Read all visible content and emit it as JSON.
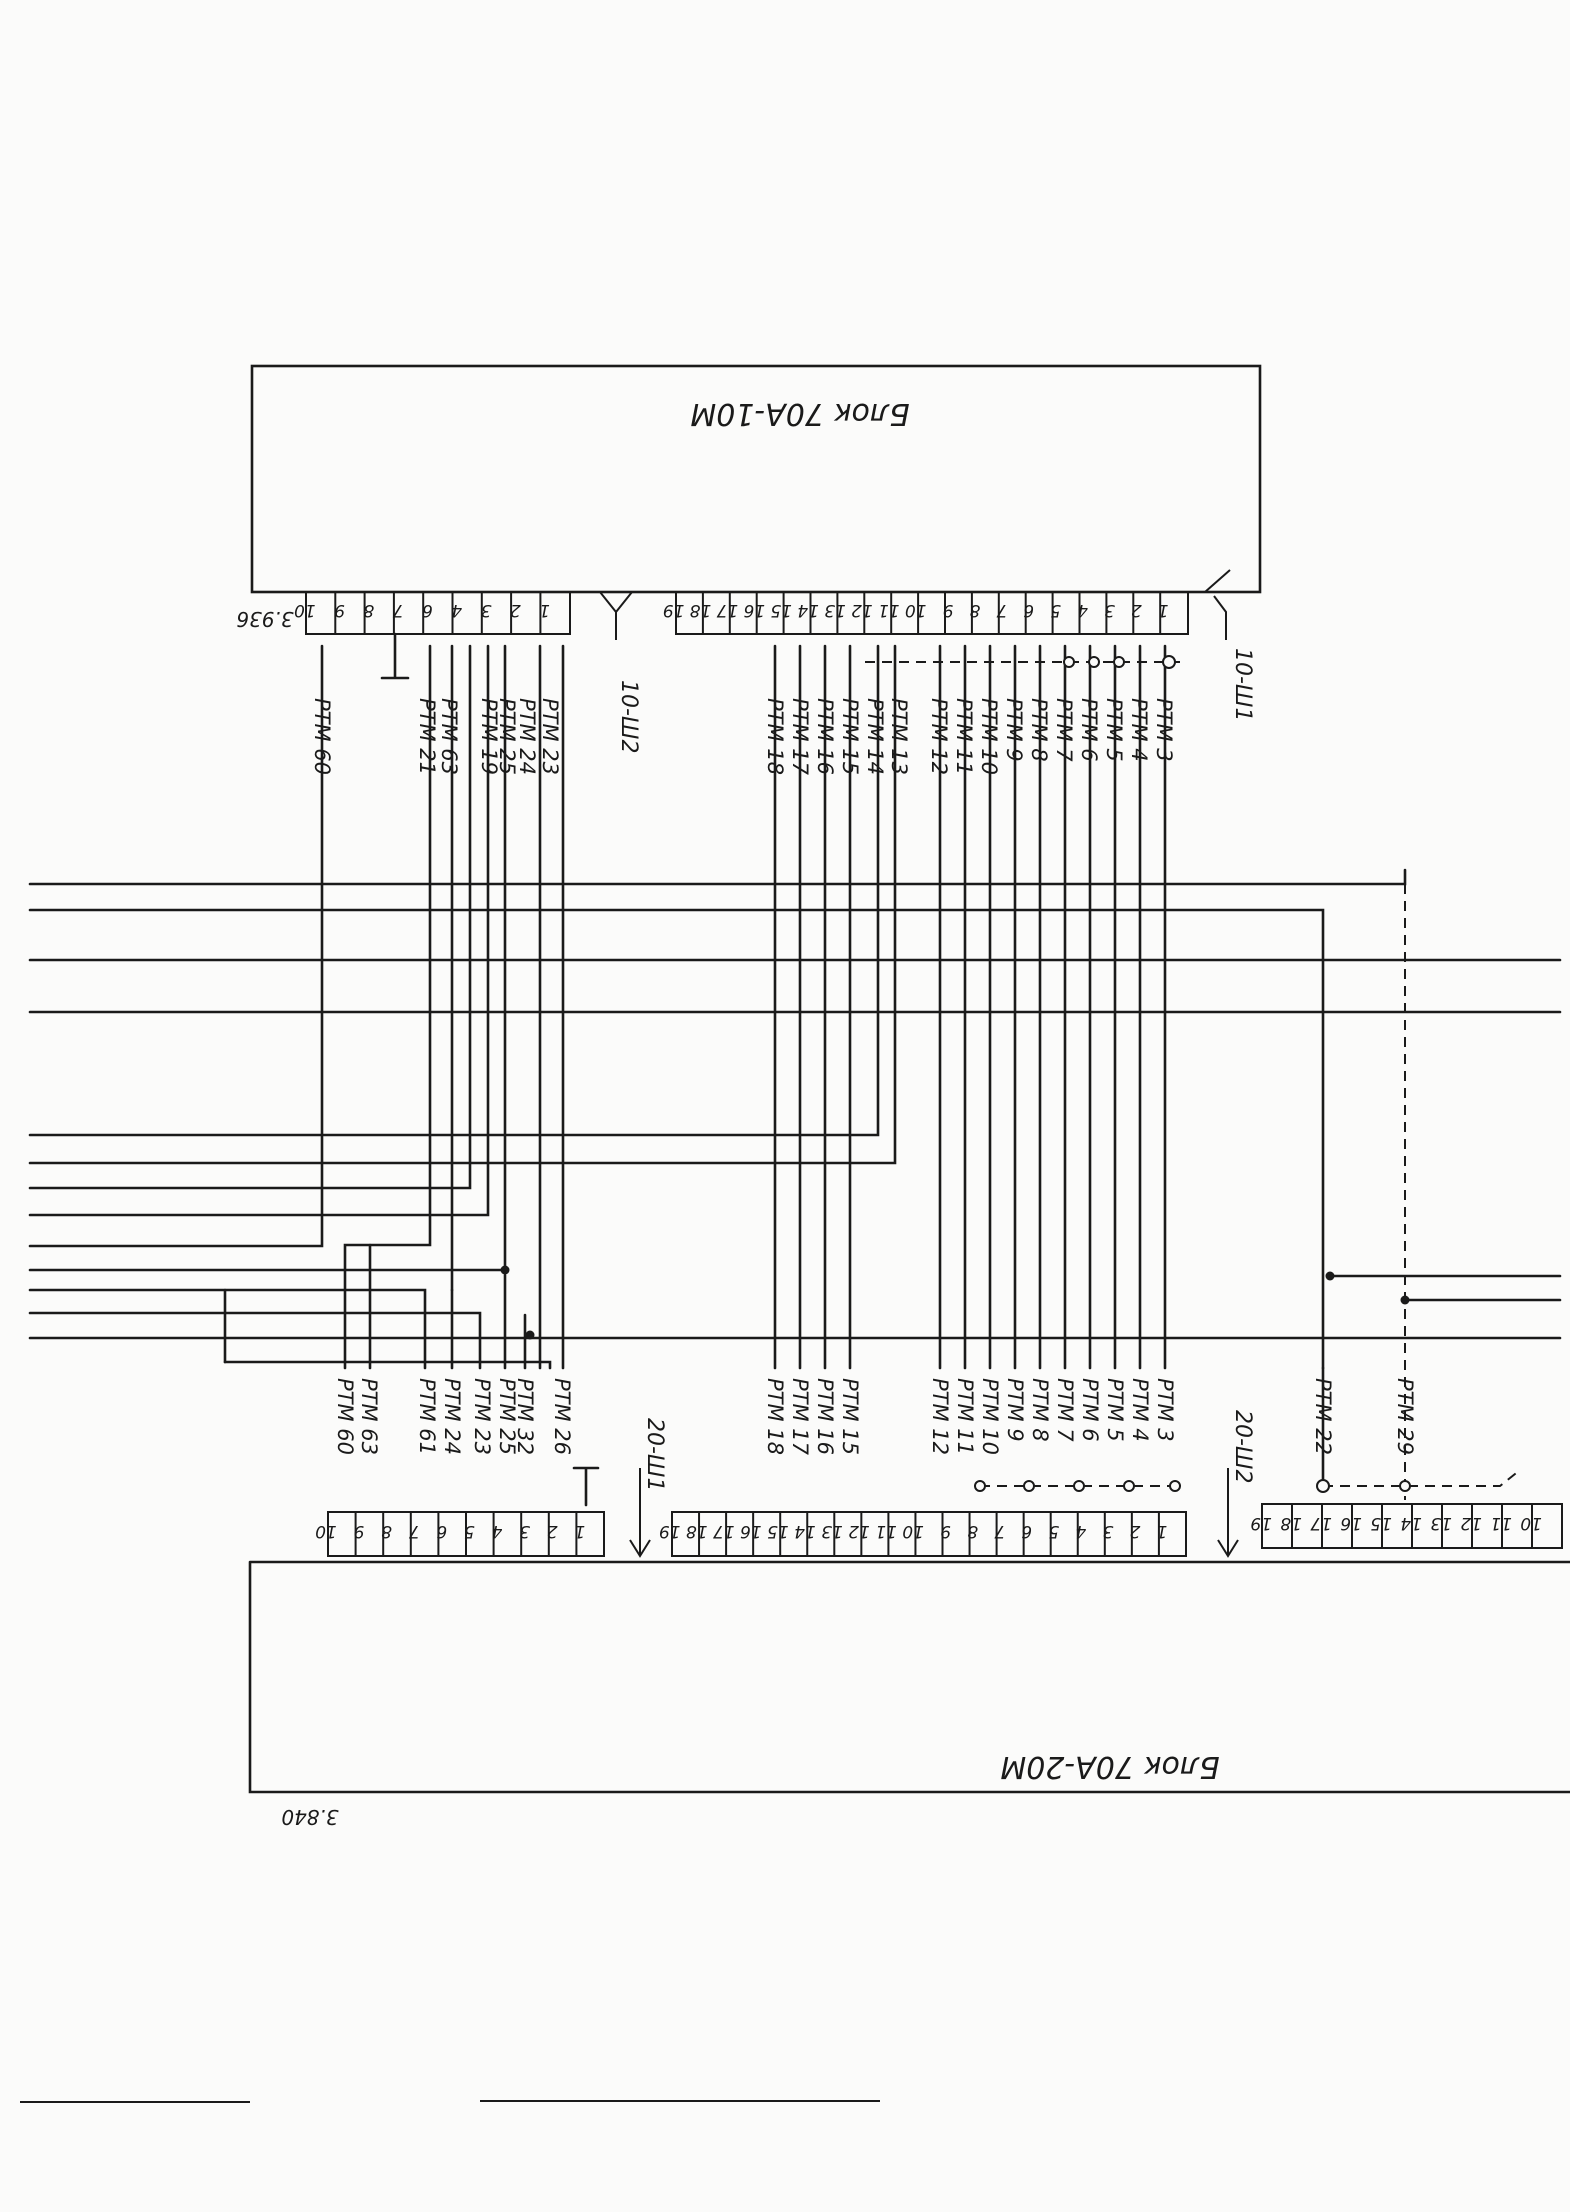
{
  "blocks": {
    "top": {
      "title": "Блок 70А-10М",
      "code": "3.936"
    },
    "bottom": {
      "title": "Блок 70А-20М",
      "code": "3.840"
    }
  },
  "connectors": {
    "top_left": "10-Ш2",
    "top_right": "10-Ш1",
    "bottom_left": "20-Ш1",
    "bottom_right": "20-Ш2"
  },
  "top_left_pins": [
    "10",
    "9",
    "8",
    "7",
    "6",
    "4",
    "3",
    "2",
    "1"
  ],
  "top_right_pins": [
    "19",
    "18",
    "17",
    "16",
    "15",
    "14",
    "13",
    "12",
    "11",
    "10",
    "9",
    "8",
    "7",
    "6",
    "5",
    "4",
    "3",
    "2",
    "1"
  ],
  "bottom_left_pins": [
    "10",
    "9",
    "8",
    "7",
    "6",
    "5",
    "4",
    "3",
    "2",
    "1"
  ],
  "bottom_mid_pins": [
    "19",
    "18",
    "17",
    "16",
    "15",
    "14",
    "13",
    "12",
    "11",
    "10",
    "9",
    "8",
    "7",
    "6",
    "5",
    "4",
    "3",
    "2",
    "1"
  ],
  "bottom_right_pins": [
    "19",
    "18",
    "17",
    "16",
    "15",
    "14",
    "13",
    "12",
    "11",
    "10"
  ],
  "top_left_labels": [
    "РТМ 60",
    "РТМ 21",
    "РТМ 63",
    "РТМ 19",
    "РТМ 25",
    "РТМ 24",
    "РТМ 23"
  ],
  "top_right_labels": [
    "РТМ 18",
    "РТМ 17",
    "РТМ 16",
    "РТМ 15",
    "РТМ 14",
    "РТМ 13",
    "РТМ 12",
    "РТМ 11",
    "РТМ 10",
    "РТМ 9",
    "РТМ 8",
    "РТМ 7",
    "РТМ 6",
    "РТМ 5",
    "РТМ 4",
    "РТМ 3"
  ],
  "bottom_left_labels": [
    "РТМ 60",
    "РТМ 63",
    "РТМ 61",
    "РТМ 24",
    "РТМ 23",
    "РТМ 25",
    "РТМ 32",
    "РТМ 26"
  ],
  "bottom_mid_labels": [
    "РТМ 18",
    "РТМ 17",
    "РТМ 16",
    "РТМ 15",
    "РТМ 12",
    "РТМ 11",
    "РТМ 10",
    "РТМ 9",
    "РТМ 8",
    "РТМ 7",
    "РТМ 6",
    "РТМ 5",
    "РТМ 4",
    "РТМ 3"
  ],
  "bottom_right_labels": [
    "РТМ 22",
    "РТМ 29"
  ]
}
